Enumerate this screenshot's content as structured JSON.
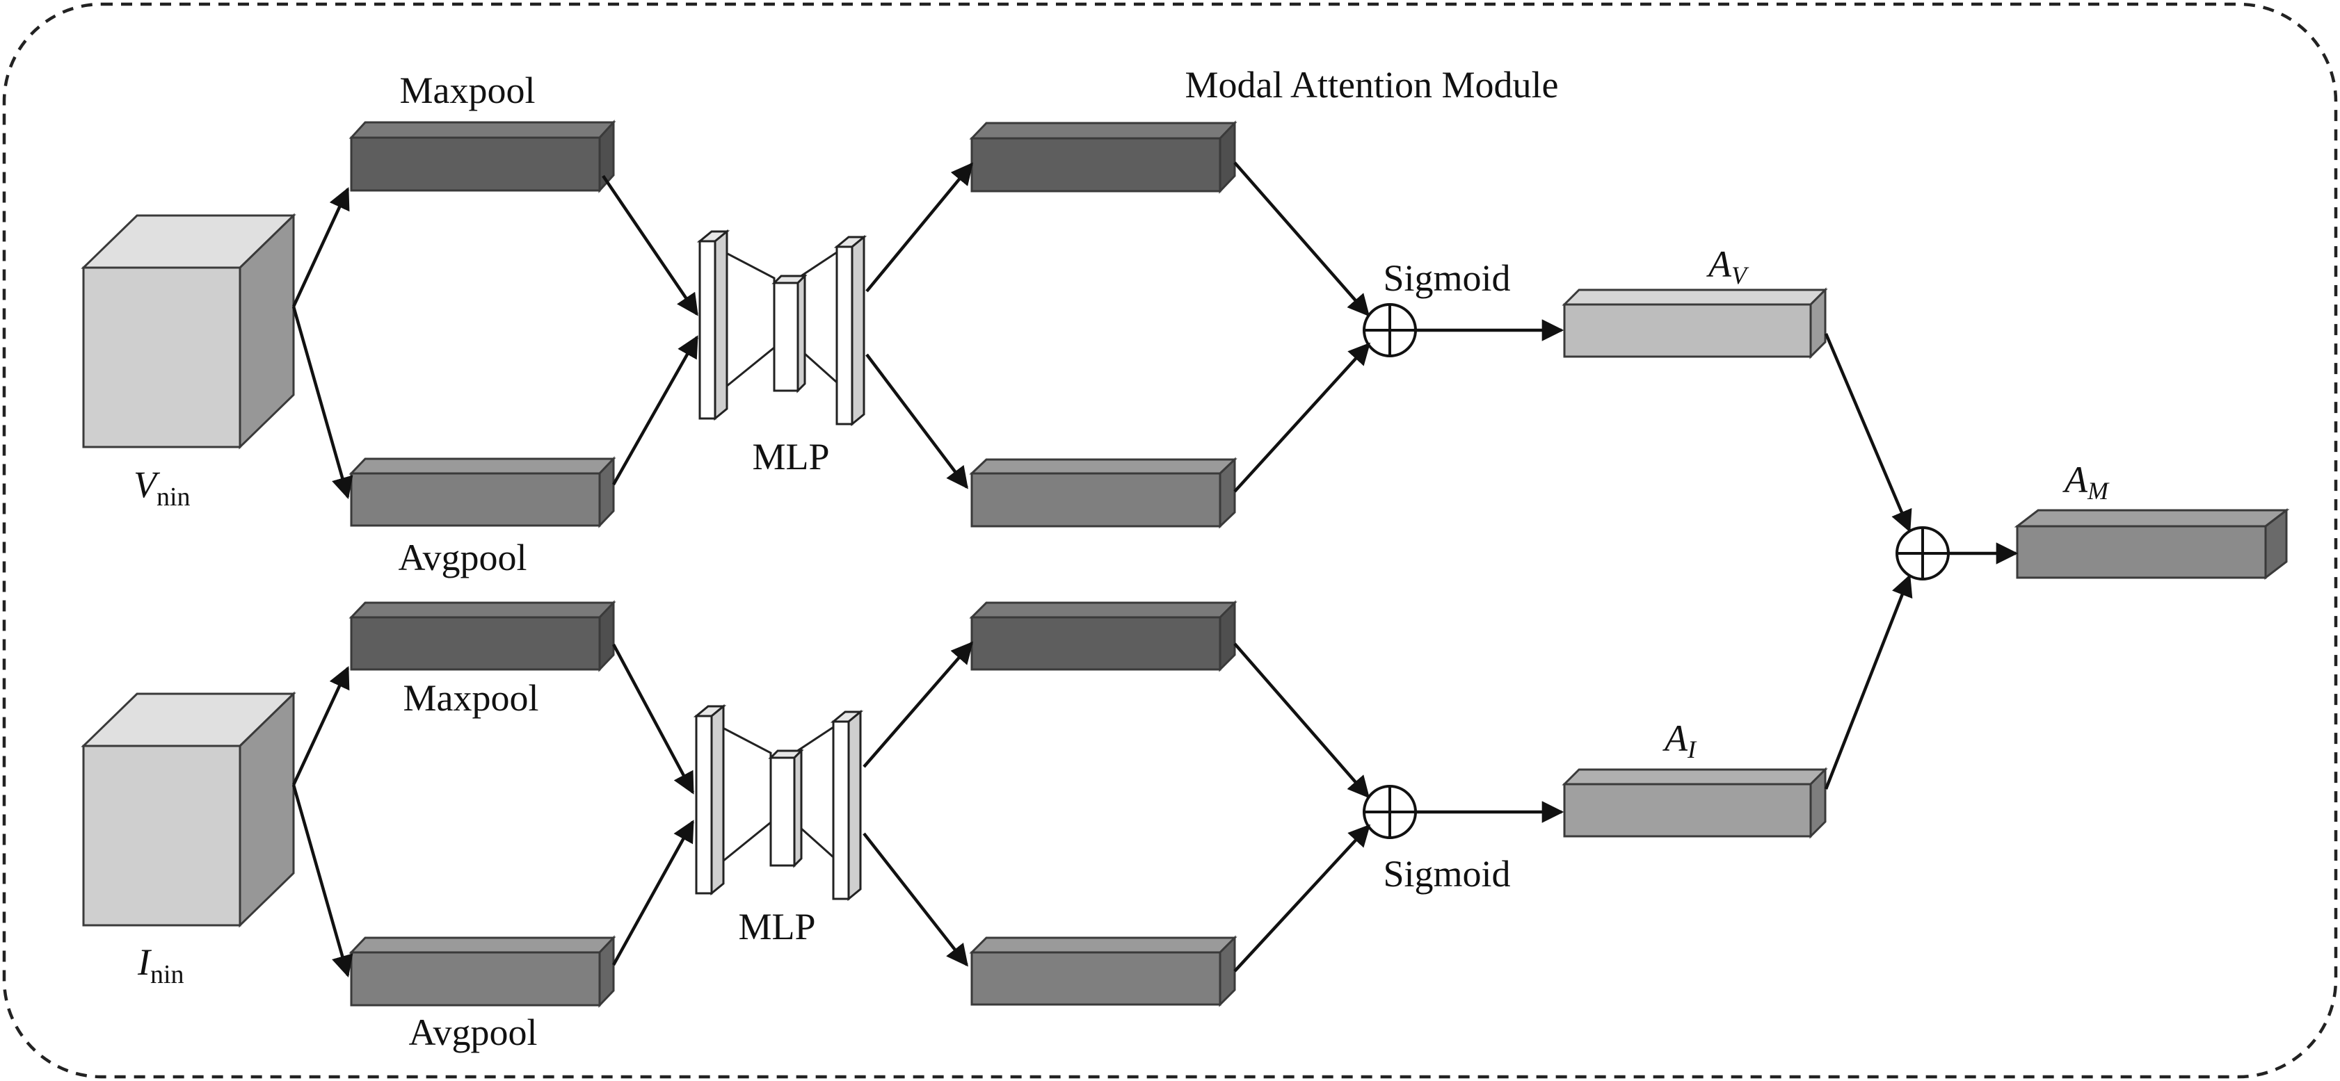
{
  "title": "Modal Attention Module",
  "inputs": {
    "visible": {
      "symbol": "V",
      "subscript": "nin"
    },
    "infrared": {
      "symbol": "I",
      "subscript": "nin"
    }
  },
  "labels": {
    "maxpool": "Maxpool",
    "avgpool": "Avgpool",
    "mlp": "MLP",
    "sigmoid": "Sigmoid"
  },
  "outputs": {
    "a_v": {
      "symbol": "A",
      "subscript": "V"
    },
    "a_i": {
      "symbol": "A",
      "subscript": "I"
    },
    "a_m": {
      "symbol": "A",
      "subscript": "M"
    }
  },
  "colors": {
    "pool_max": "#5e5e5e",
    "pool_avg": "#7f7f7f",
    "cube_front": "#cfcfcf",
    "cube_side": "#979797",
    "attention": "#bdbdbd",
    "outline": "#3a3a3a"
  }
}
